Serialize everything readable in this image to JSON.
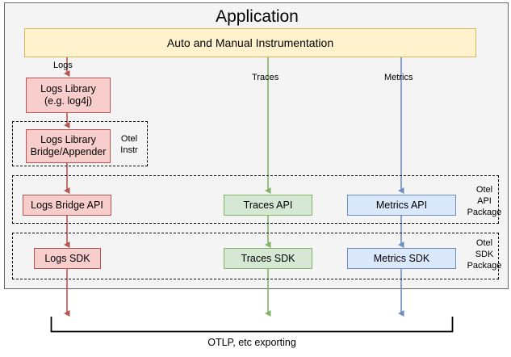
{
  "diagram": {
    "title": "Application",
    "background_color": "#f4f4f4",
    "border_color": "#666666"
  },
  "instrumentation": {
    "label": "Auto and Manual Instrumentation",
    "fill": "#fff2cc",
    "stroke": "#d6b656"
  },
  "signals": [
    {
      "name": "logs",
      "label": "Logs",
      "color": "#b85450"
    },
    {
      "name": "traces",
      "label": "Traces",
      "color": "#82b366"
    },
    {
      "name": "metrics",
      "label": "Metrics",
      "color": "#6c8ebf"
    }
  ],
  "nodes": {
    "logs_library": "Logs Library\n(e.g. log4j)",
    "logs_library_line1": "Logs Library",
    "logs_library_line2": "(e.g. log4j)",
    "logs_bridge_appender_line1": "Logs Library",
    "logs_bridge_appender_line2": "Bridge/Appender",
    "logs_bridge_api": "Logs Bridge API",
    "traces_api": "Traces API",
    "metrics_api": "Metrics API",
    "logs_sdk": "Logs SDK",
    "traces_sdk": "Traces SDK",
    "metrics_sdk": "Metrics SDK"
  },
  "groups": {
    "otel_instr": {
      "line1": "Otel",
      "line2": "Instr"
    },
    "otel_api_package": {
      "line1": "Otel",
      "line2": "API",
      "line3": "Package"
    },
    "otel_sdk_package": {
      "line1": "Otel",
      "line2": "SDK",
      "line3": "Package"
    }
  },
  "export": {
    "caption": "OTLP, etc exporting"
  },
  "colors": {
    "pink_fill": "#f8cecc",
    "pink_stroke": "#b85450",
    "green_fill": "#d5e8d4",
    "green_stroke": "#82b366",
    "blue_fill": "#dae8fc",
    "blue_stroke": "#6c8ebf",
    "yellow_fill": "#fff2cc",
    "yellow_stroke": "#d6b656"
  }
}
